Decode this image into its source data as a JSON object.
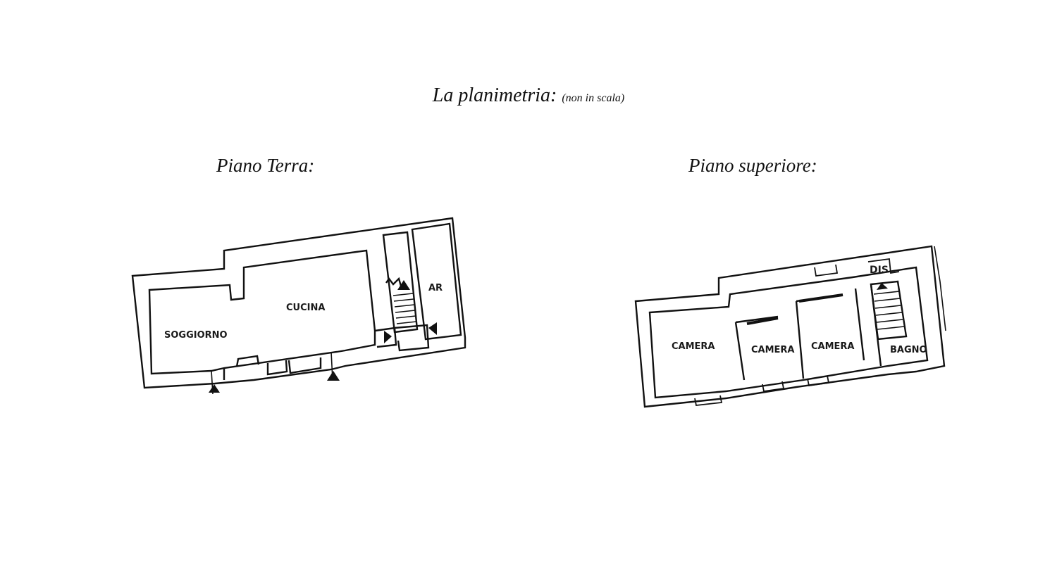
{
  "title": {
    "main": "La planimetria:",
    "note": "(non in scala)"
  },
  "floors": [
    {
      "heading": "Piano Terra:",
      "rooms": {
        "soggiorno": "SOGGIORNO",
        "cucina": "CUCINA",
        "ar": "AR"
      }
    },
    {
      "heading": "Piano superiore:",
      "rooms": {
        "camera1": "CAMERA",
        "camera2": "CAMERA",
        "camera3": "CAMERA",
        "bagno": "BAGNO",
        "dis": "DIS"
      }
    }
  ]
}
